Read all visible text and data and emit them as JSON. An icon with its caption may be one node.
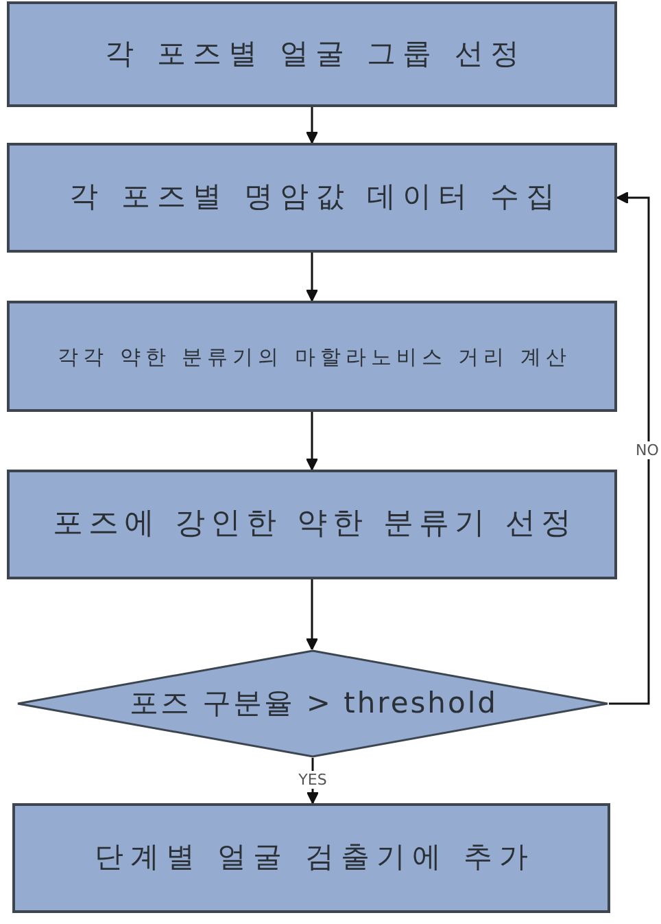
{
  "diagram": {
    "nodes": [
      {
        "text": [
          "각 포즈별 얼굴 그룹 선정"
        ]
      },
      {
        "text": [
          "각 포즈별 명암값 데이터 수집"
        ]
      },
      {
        "text": [
          "각각 약한 분류기의 마할라노비스 거리 계산"
        ]
      },
      {
        "text": [
          "포즈에 강인한 약한 분류기 선정"
        ]
      },
      {
        "text": [
          "포즈 구분율 > threshold"
        ]
      },
      {
        "text": [
          "단계별 얼굴 검출기에 추가"
        ]
      }
    ],
    "edges": [
      {
        "from": 0,
        "to": 1,
        "arrow": "to"
      },
      {
        "from": 1,
        "to": 2,
        "arrow": "to"
      },
      {
        "from": 2,
        "to": 3,
        "arrow": "to"
      },
      {
        "from": 3,
        "to": 4,
        "arrow": "to"
      },
      {
        "from": 4,
        "to": 5,
        "arrow": "to",
        "label": "YES"
      },
      {
        "from": 4,
        "to": 1,
        "arrow": "to",
        "label": "NO"
      }
    ]
  }
}
